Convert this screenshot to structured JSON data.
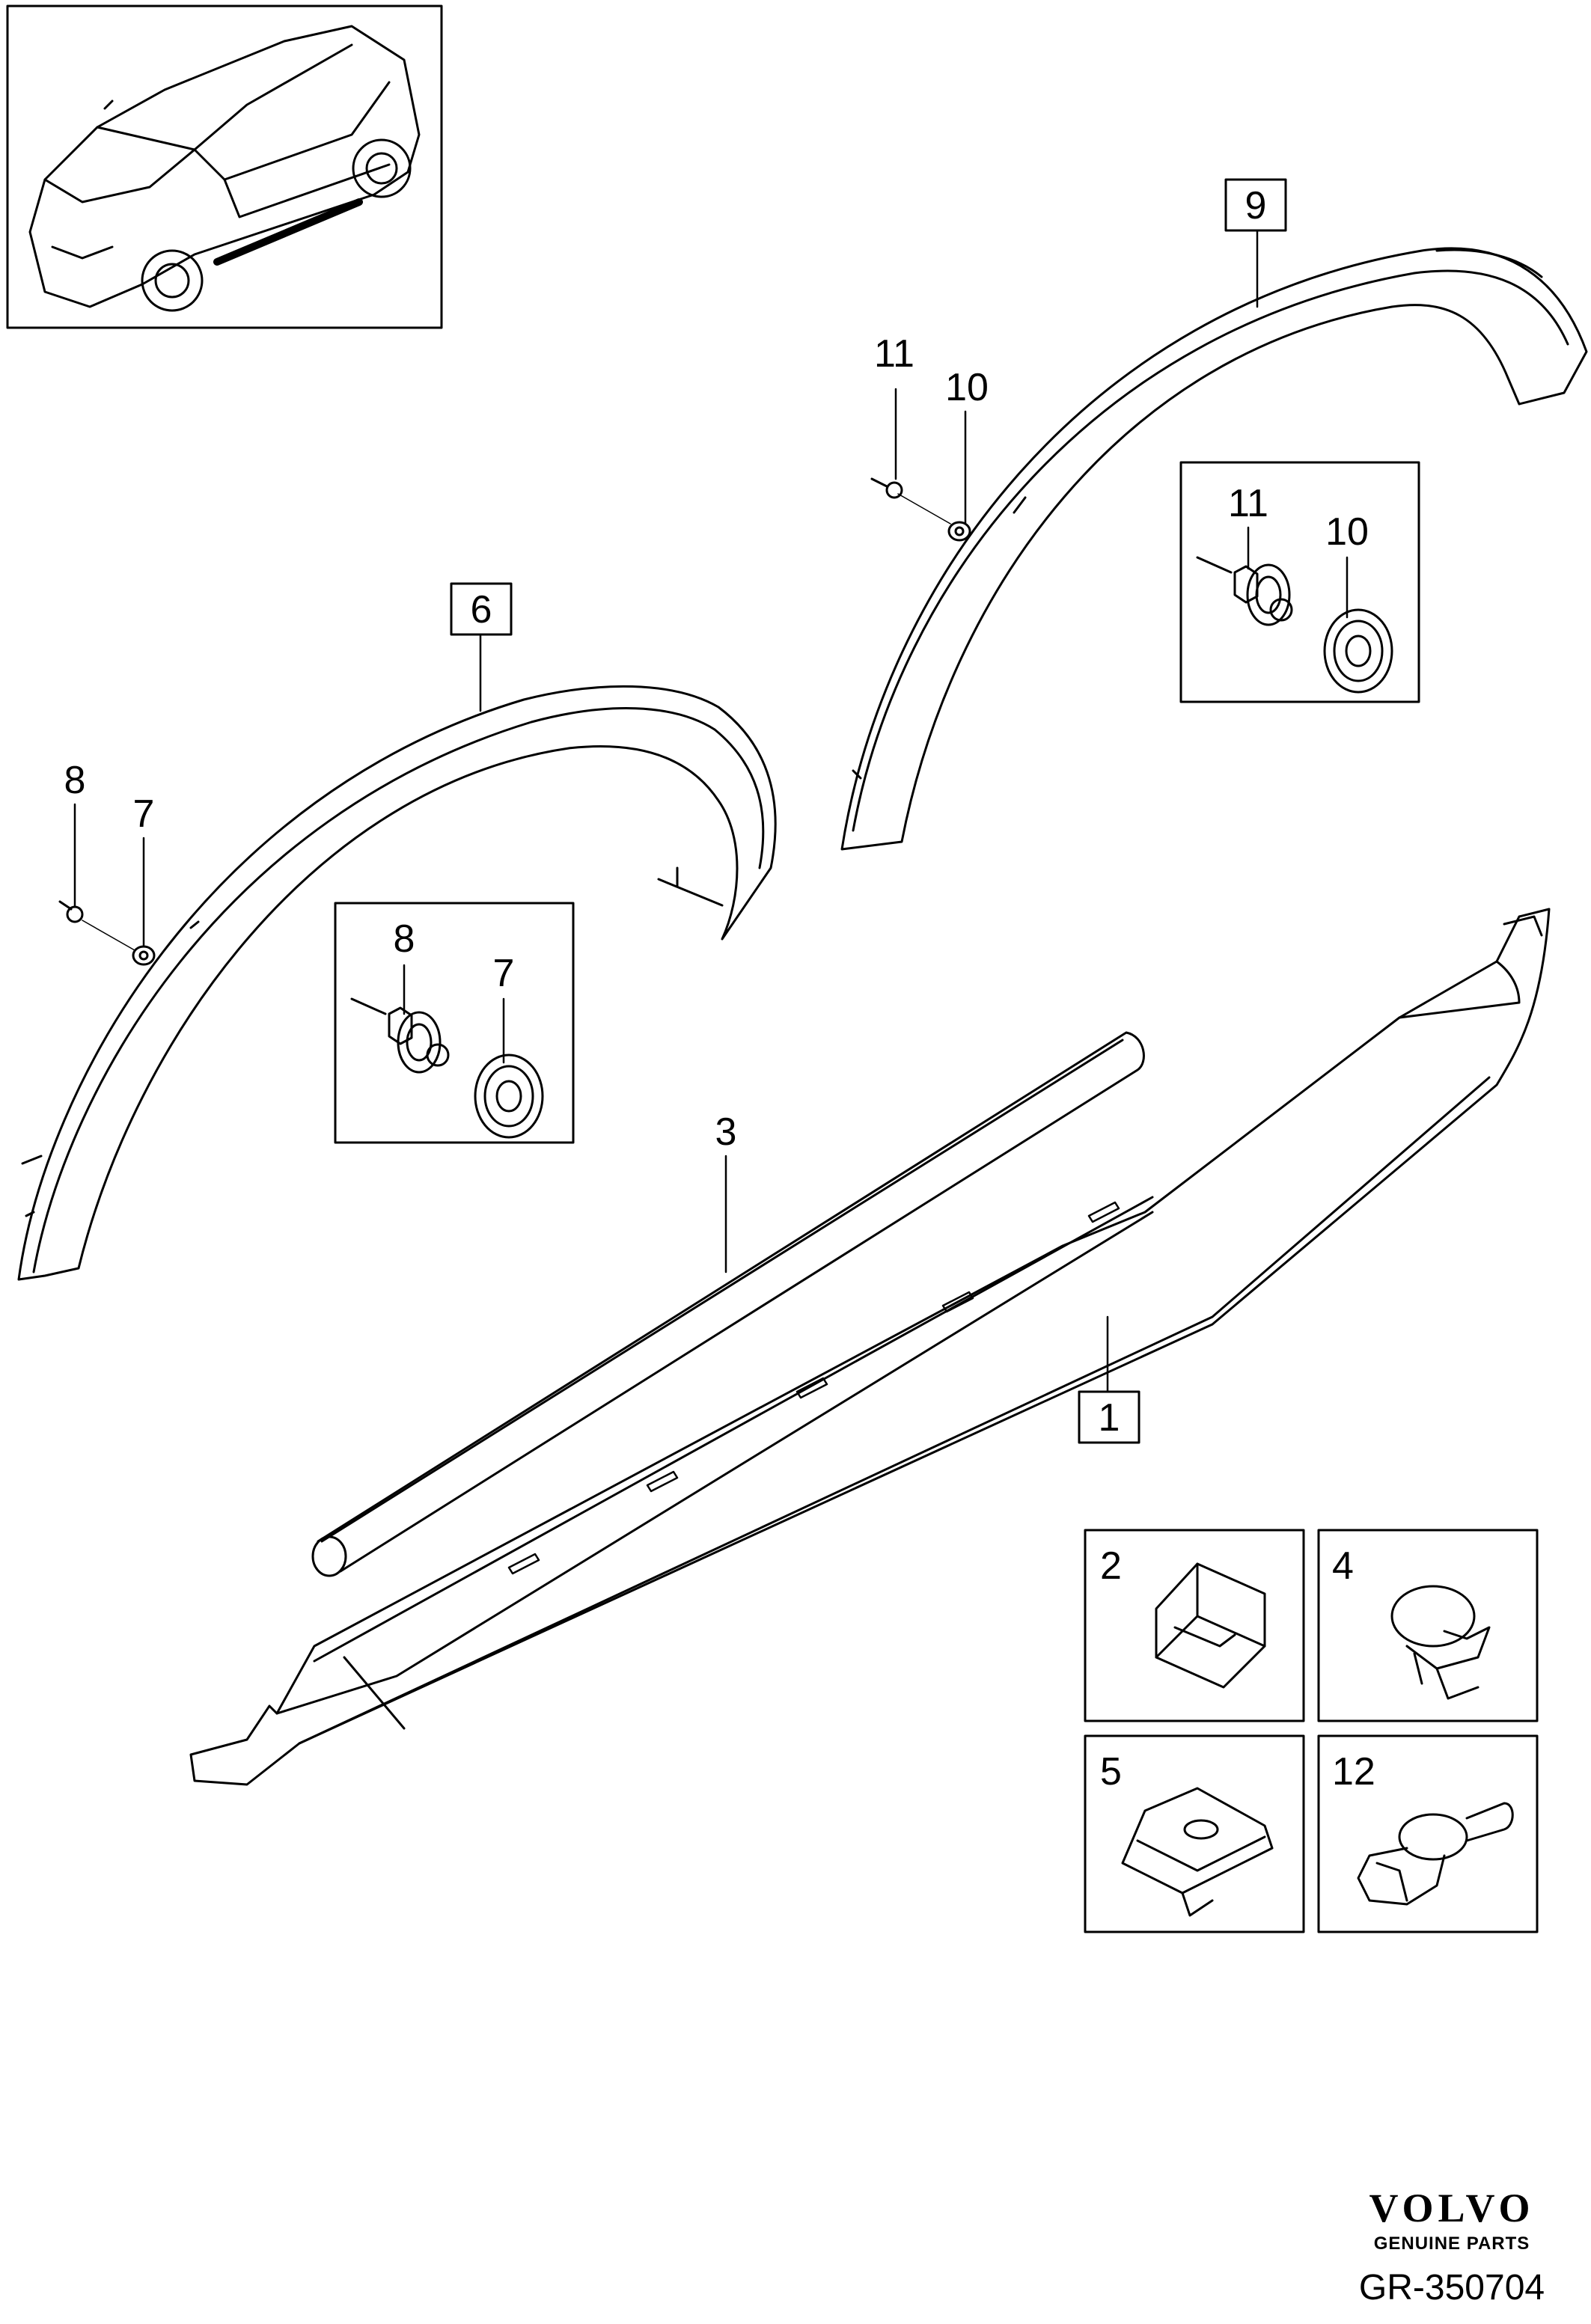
{
  "callouts": {
    "c1": "1",
    "c2": "2",
    "c3": "3",
    "c4": "4",
    "c5": "5",
    "c6": "6",
    "c7a": "7",
    "c7b": "7",
    "c8a": "8",
    "c8b": "8",
    "c9": "9",
    "c10a": "10",
    "c10b": "10",
    "c11a": "11",
    "c11b": "11",
    "c12": "12"
  },
  "brand": {
    "name": "VOLVO",
    "tagline": "GENUINE PARTS"
  },
  "reference": "GR-350704",
  "colors": {
    "line": "#000000",
    "background": "#ffffff"
  }
}
